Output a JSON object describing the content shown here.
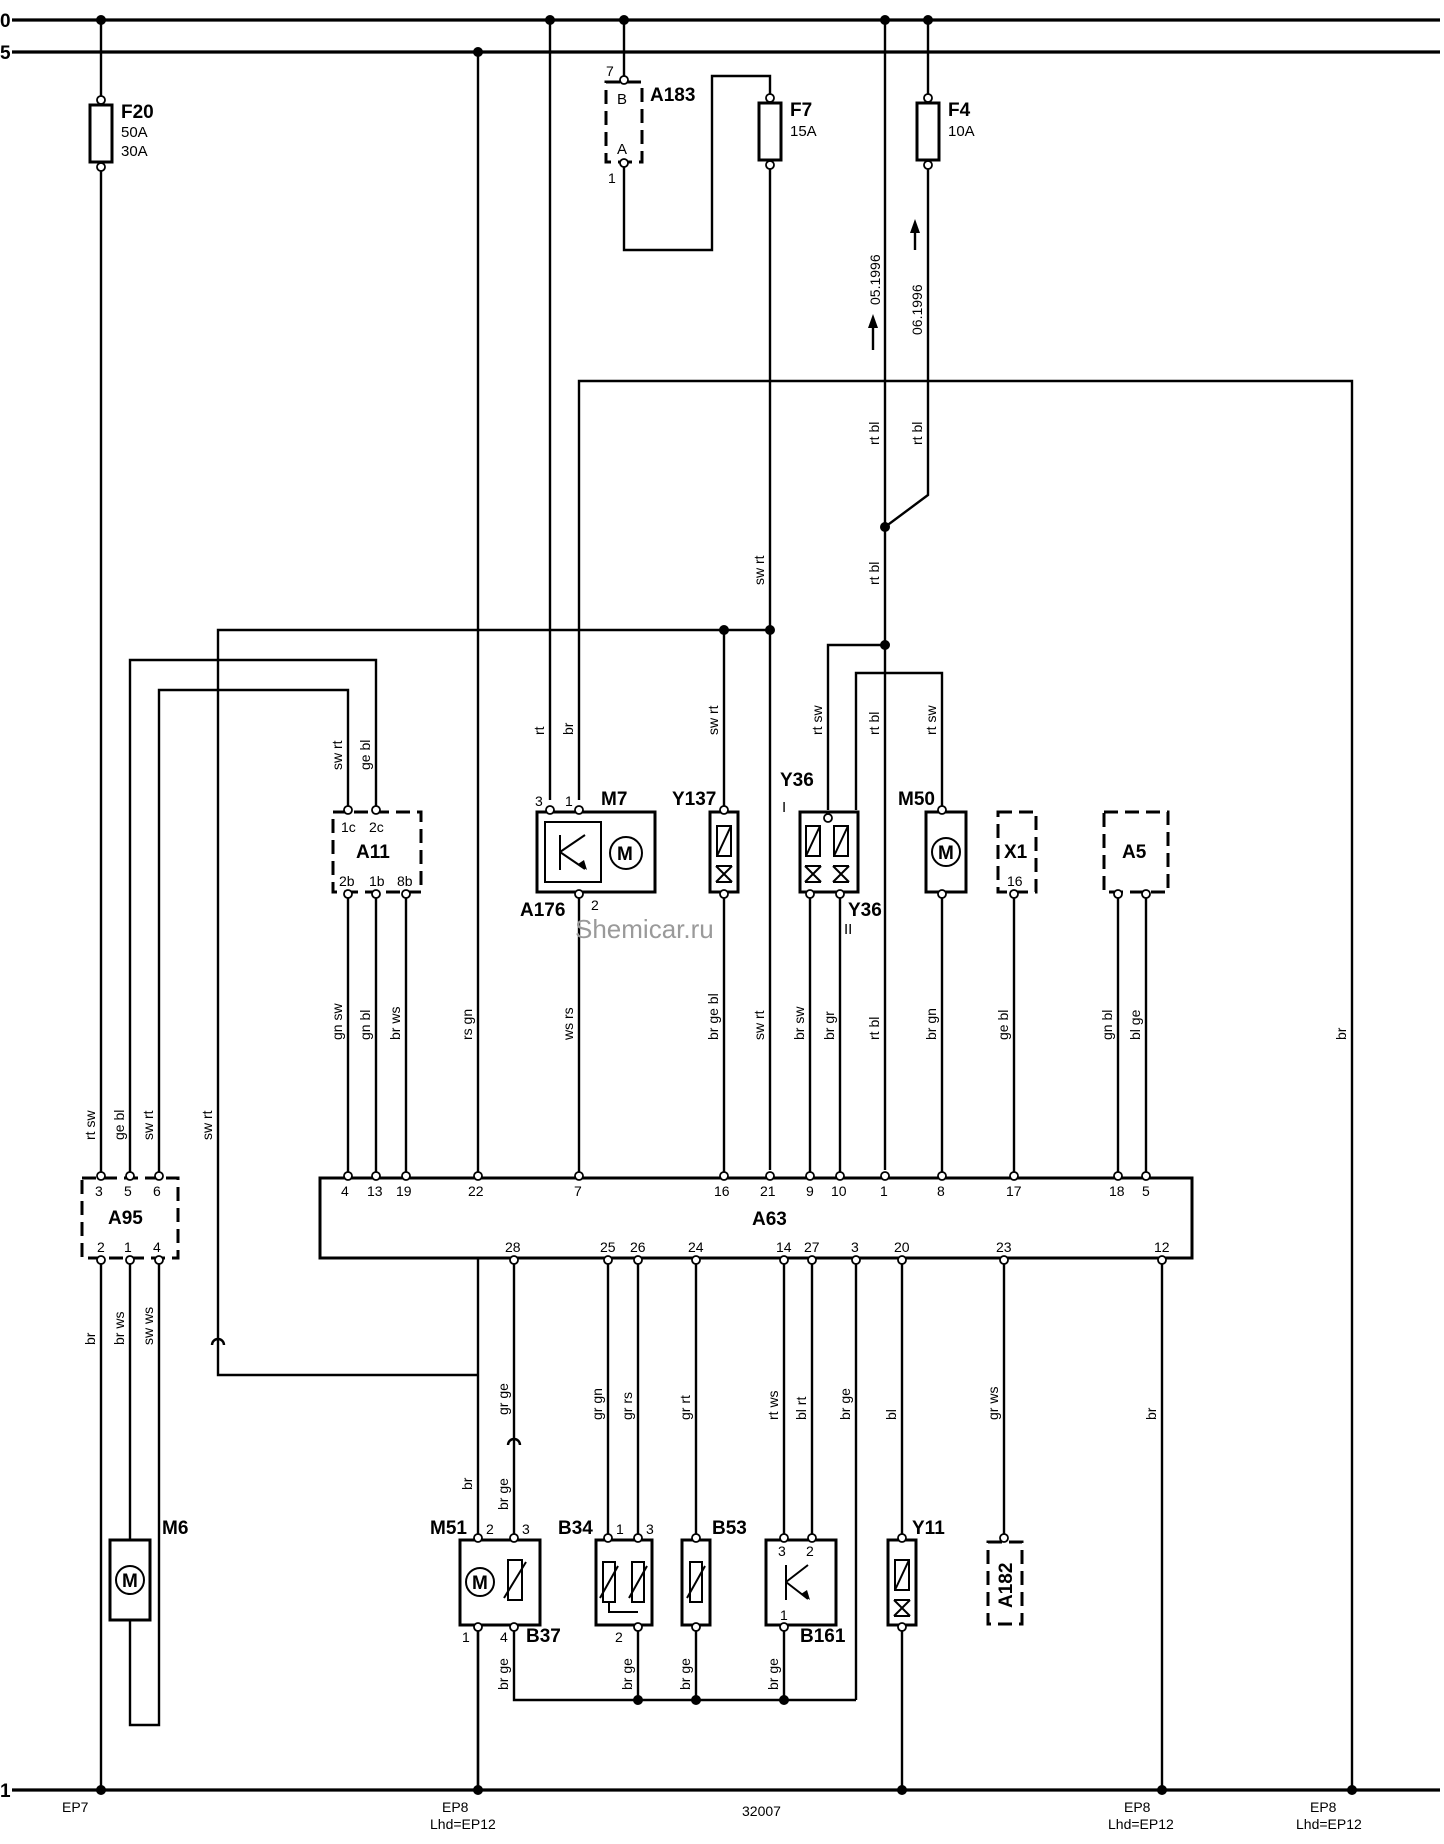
{
  "rails": {
    "top1": "0",
    "top2": "5",
    "bottom": "1"
  },
  "components": {
    "F20": {
      "name": "F20",
      "rating1": "50A",
      "rating2": "30A"
    },
    "F7": {
      "name": "F7",
      "rating": "15A"
    },
    "F4": {
      "name": "F4",
      "rating": "10A"
    },
    "A183": {
      "name": "A183",
      "pin_top": "7",
      "pin_bottom": "1",
      "contact_b": "B",
      "contact_a": "A"
    },
    "A11": {
      "name": "A11",
      "pins_top": [
        "1c",
        "2c"
      ],
      "pins_bottom": [
        "2b",
        "1b",
        "8b"
      ]
    },
    "M7": {
      "name": "M7",
      "sub": "A176",
      "pins": [
        "3",
        "1",
        "2"
      ]
    },
    "Y137": {
      "name": "Y137"
    },
    "Y36": {
      "name": "Y36",
      "name_lower": "Y36",
      "mark_top": "I",
      "mark_bottom": "II"
    },
    "M50": {
      "name": "M50"
    },
    "X1": {
      "name": "X1",
      "pin": "16"
    },
    "A5": {
      "name": "A5"
    },
    "A95": {
      "name": "A95",
      "pins_top": [
        "3",
        "5",
        "6"
      ],
      "pins_bottom": [
        "2",
        "1",
        "4"
      ]
    },
    "A63": {
      "name": "A63",
      "pins_top": [
        "4",
        "13",
        "19",
        "22",
        "7",
        "16",
        "21",
        "9",
        "10",
        "1",
        "8",
        "17",
        "18",
        "5"
      ],
      "pins_bottom": [
        "28",
        "25",
        "26",
        "24",
        "14",
        "27",
        "3",
        "20",
        "23",
        "12"
      ]
    },
    "M6": {
      "name": "M6"
    },
    "M51": {
      "name": "M51",
      "sub": "B37",
      "pins": [
        "2",
        "3",
        "1",
        "4"
      ]
    },
    "B34": {
      "name": "B34",
      "pins": [
        "1",
        "3",
        "2"
      ]
    },
    "B53": {
      "name": "B53"
    },
    "B161": {
      "name": "B161",
      "pins": [
        "3",
        "2",
        "1"
      ]
    },
    "Y11": {
      "name": "Y11"
    },
    "A182": {
      "name": "A182"
    }
  },
  "wire_colors": {
    "a11_1c": "sw rt",
    "a11_2c": "ge bl",
    "m7_3": "rt",
    "m7_1": "br",
    "y137_top": "sw rt",
    "f7_down": "sw rt",
    "y36_a": "rt sw",
    "y36_b": "rt bl",
    "m50_top": "rt sw",
    "f4_left": "rt bl",
    "f4_right": "rt bl",
    "f4_mid": "rt bl",
    "a63_4": "gn sw",
    "a63_13": "gn bl",
    "a63_19": "br ws",
    "a63_22": "rs gn",
    "a63_7": "ws rs",
    "a63_16": "br ge bl",
    "a63_21": "sw rt",
    "a63_9": "br sw",
    "a63_10": "br gr",
    "a63_1": "rt bl",
    "a63_8": "br gn",
    "a63_17": "ge bl",
    "a63_18": "gn bl",
    "a63_5": "bl ge",
    "right_br": "br",
    "a95_3": "rt sw",
    "a95_5": "ge bl",
    "a95_6": "sw rt",
    "left_swrt": "sw rt",
    "a95_2": "br",
    "a95_1": "br ws",
    "a95_4": "sw ws",
    "a63_28": "gr ge",
    "m51_br": "br",
    "m51_brge": "br ge",
    "a63_25": "gr gn",
    "a63_26": "gr rs",
    "a63_24": "gr rt",
    "a63_14": "rt ws",
    "a63_27": "bl rt",
    "a63_3": "br ge",
    "a63_20": "bl",
    "a63_23": "gr ws",
    "a63_12": "br",
    "ground1": "br ge",
    "ground2": "br ge",
    "ground3": "br ge",
    "ground4": "br ge"
  },
  "dates": {
    "before": "05.1996",
    "after": "06.1996"
  },
  "ground_points": {
    "g1": "EP7",
    "g2": "EP8",
    "g2_sub": "Lhd=EP12",
    "g3": "EP8",
    "g3_sub": "Lhd=EP12",
    "g4": "EP8",
    "g4_sub": "Lhd=EP12"
  },
  "diagram_number": "32007",
  "watermark": "Shemicar.ru"
}
